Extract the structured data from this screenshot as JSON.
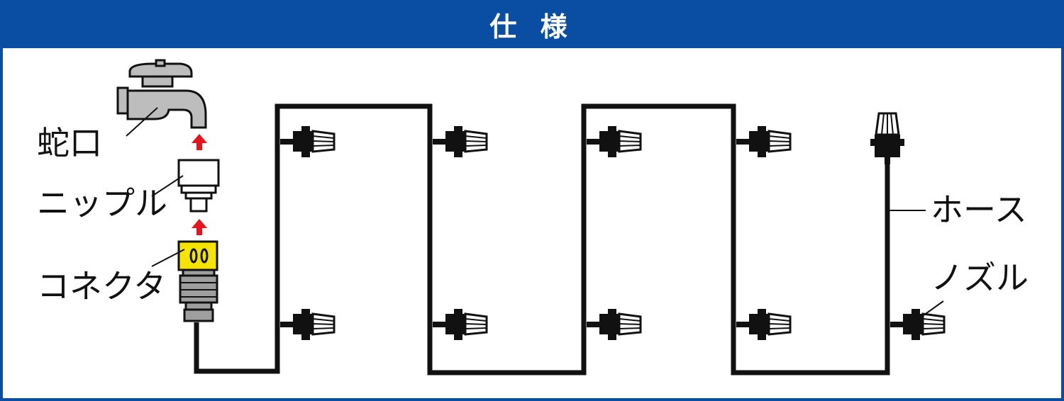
{
  "header": {
    "title": "仕 様"
  },
  "labels": {
    "faucet": "蛇口",
    "nipple": "ニップル",
    "connector": "コネクタ",
    "hose": "ホース",
    "nozzle": "ノズル"
  },
  "colors": {
    "header_bg": "#0a4ea3",
    "arrow": "#e8141c",
    "connector_yellow": "#f5e400",
    "faucet_gray": "#bdbdbd",
    "hose": "#111111"
  },
  "icons": [
    "faucet-icon",
    "nipple-icon",
    "connector-icon",
    "nozzle-icon",
    "arrow-up-icon"
  ]
}
